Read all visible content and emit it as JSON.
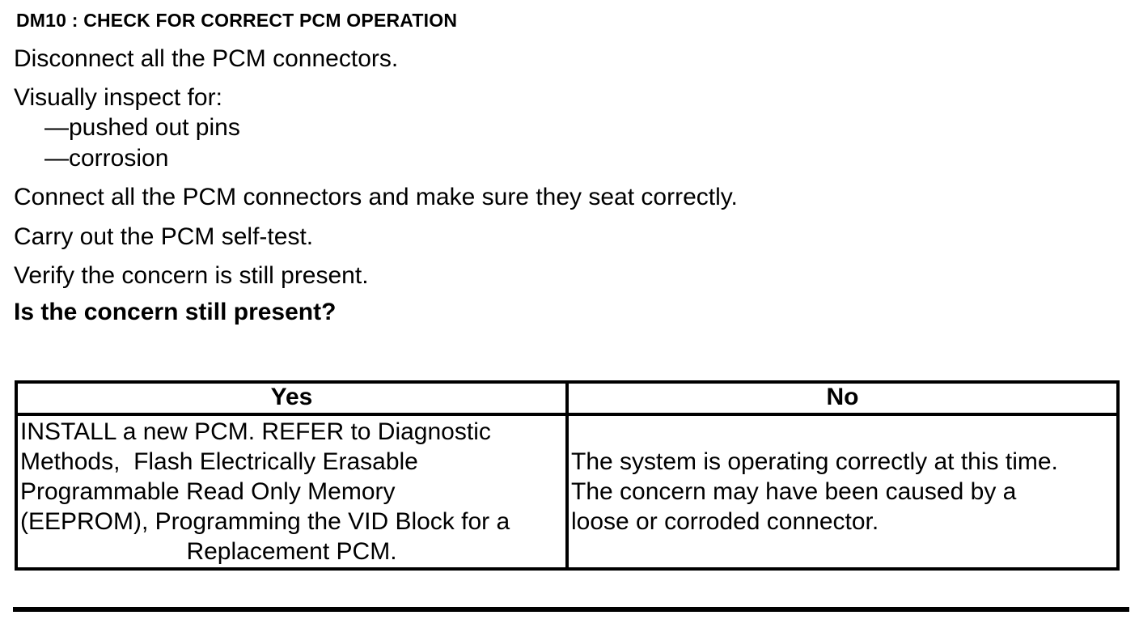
{
  "heading": "DM10 : CHECK FOR CORRECT PCM OPERATION",
  "instructions": {
    "disconnect": "Disconnect all the PCM connectors.",
    "inspect_intro": "Visually inspect for:",
    "inspect_items": [
      "—pushed out pins",
      "—corrosion"
    ],
    "connect": "Connect all the PCM connectors and make sure they seat correctly.",
    "self_test": "Carry out the PCM self-test.",
    "verify": "Verify the concern is still present.",
    "question": "Is the concern still present?"
  },
  "decision_table": {
    "columns": [
      {
        "header": "Yes",
        "lines": [
          "INSTALL a new PCM. REFER to Diagnostic",
          "Methods,  Flash Electrically Erasable",
          "Programmable Read Only Memory",
          "(EEPROM), Programming the VID Block for a",
          "Replacement PCM."
        ]
      },
      {
        "header": "No",
        "lines": [
          "The system is operating correctly at this time.",
          "The concern may have been caused by a",
          "loose or corroded connector."
        ]
      }
    ]
  },
  "colors": {
    "text": "#000000",
    "background": "#ffffff",
    "border": "#000000"
  }
}
